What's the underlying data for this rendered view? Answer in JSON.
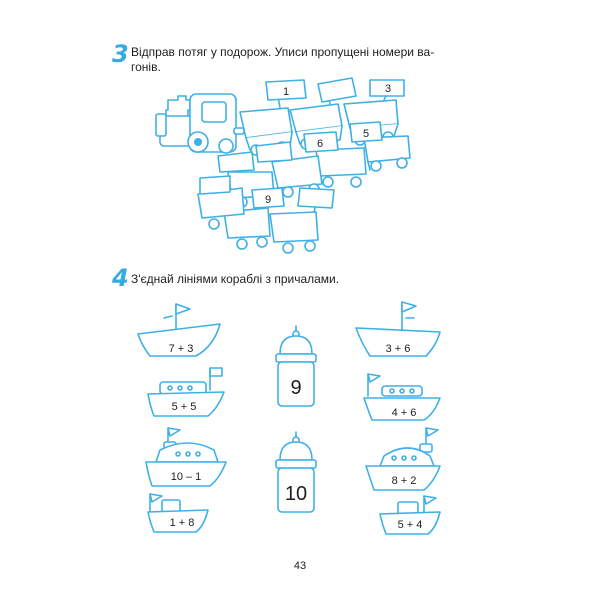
{
  "task3": {
    "number": "3",
    "text_line1": "Відправ потяг у подорож. Уписи пропущені номери ва-",
    "text_line2": "гонів.",
    "wagon_numbers": [
      "1",
      "3",
      "5",
      "6",
      "9"
    ]
  },
  "task4": {
    "number": "4",
    "text": "З'єднай лініями кораблі з причалами.",
    "left_ships": [
      "7 + 3",
      "5 + 5",
      "10 – 1",
      "1 + 8"
    ],
    "right_ships": [
      "3 + 6",
      "4 + 6",
      "8 + 2",
      "5 + 4"
    ],
    "piers": [
      "9",
      "10"
    ]
  },
  "page_number": "43",
  "colors": {
    "accent": "#35a9e0",
    "line": "#3fb0e6"
  }
}
